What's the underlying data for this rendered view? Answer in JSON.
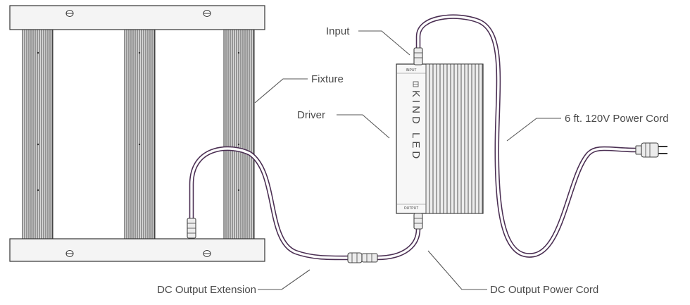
{
  "labels": {
    "input": "Input",
    "fixture": "Fixture",
    "driver": "Driver",
    "power_cord": "6 ft. 120V Power Cord",
    "dc_output_extension": "DC Output Extension",
    "dc_output_power_cord": "DC Output Power Cord"
  },
  "driver": {
    "brand": "KIND LED",
    "input_marking": "INPUT",
    "output_marking": "OUTPUT"
  },
  "colors": {
    "cord": "#4a2e52",
    "outline": "#333333",
    "label_text": "#4a4a4a"
  }
}
